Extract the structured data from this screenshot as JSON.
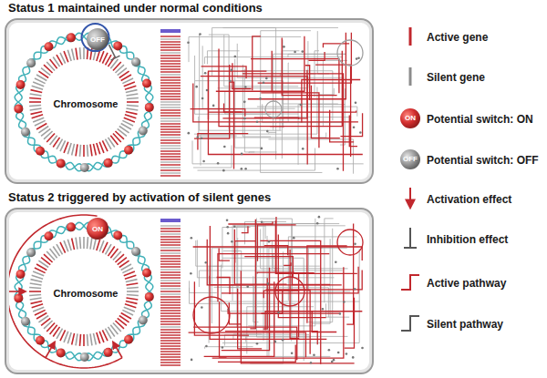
{
  "diagram": {
    "nodes": [
      {
        "text": [
          "Status 1 maintained under normal conditions"
        ]
      },
      {
        "text": [
          "Chromosome"
        ],
        "in": 0
      },
      {
        "text": [
          "OFF"
        ],
        "in": 0
      },
      {
        "text": [
          "Status 2 triggered by activation of silent genes"
        ]
      },
      {
        "text": [
          "Chromosome"
        ],
        "in": 3
      },
      {
        "text": [
          "ON"
        ],
        "in": 3
      }
    ],
    "labels": [
      "ON",
      "OFF"
    ],
    "legend": [
      {
        "text": "Active gene"
      },
      {
        "text": "Silent gene"
      },
      {
        "text": "Potential switch: ON"
      },
      {
        "text": "Potential switch: OFF"
      },
      {
        "text": "Activation effect"
      },
      {
        "text": "Inhibition effect"
      },
      {
        "text": "Active pathway"
      },
      {
        "text": "Silent pathway"
      }
    ]
  }
}
